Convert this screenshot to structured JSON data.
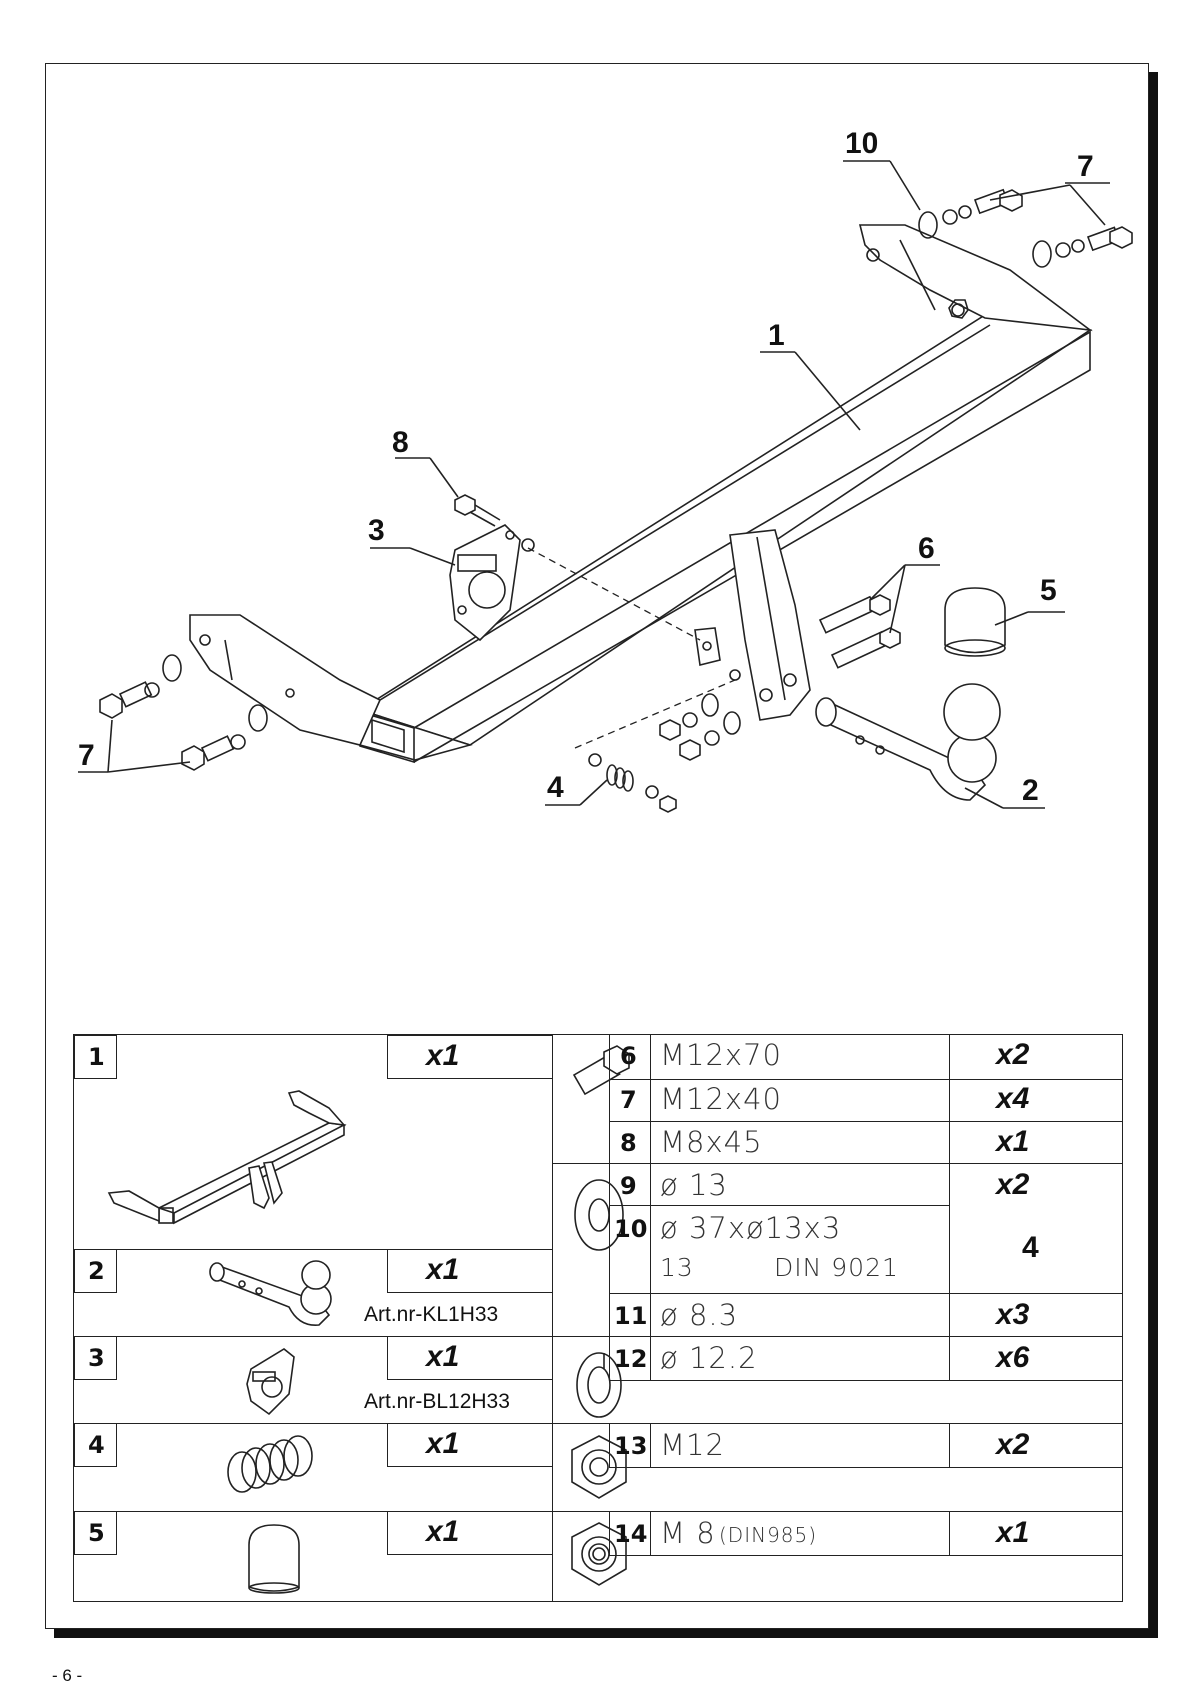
{
  "diagram": {
    "callouts": [
      "10",
      "7",
      "1",
      "8",
      "3",
      "6",
      "5",
      "7",
      "4",
      "2"
    ]
  },
  "parts_table": {
    "left": [
      {
        "num": "1",
        "qty": "x1",
        "art": ""
      },
      {
        "num": "2",
        "qty": "x1",
        "art": "Art.nr-KL1H33"
      },
      {
        "num": "3",
        "qty": "x1",
        "art": "Art.nr-BL12H33"
      },
      {
        "num": "4",
        "qty": "x1",
        "art": ""
      },
      {
        "num": "5",
        "qty": "x1",
        "art": ""
      }
    ],
    "right": [
      {
        "num": "6",
        "spec": "M12x70",
        "qty": "x2"
      },
      {
        "num": "7",
        "spec": "M12x40",
        "qty": "x4"
      },
      {
        "num": "8",
        "spec": "M8x45",
        "qty": "x1"
      },
      {
        "num": "9",
        "spec": "ø 13",
        "qty": "x2"
      },
      {
        "num": "10",
        "spec": "ø 37xø13x3",
        "spec2a": "13",
        "spec2b": "DIN 9021",
        "qty": "4"
      },
      {
        "num": "11",
        "spec": "ø 8.3",
        "qty": "x3"
      },
      {
        "num": "12",
        "spec": "ø 12.2",
        "qty": "x6"
      },
      {
        "num": "13",
        "spec": "M12",
        "qty": "x2"
      },
      {
        "num": "14",
        "spec": "M 8",
        "spec_small": "(DIN985)",
        "qty": "x1"
      }
    ]
  },
  "page_number": "- 6 -"
}
